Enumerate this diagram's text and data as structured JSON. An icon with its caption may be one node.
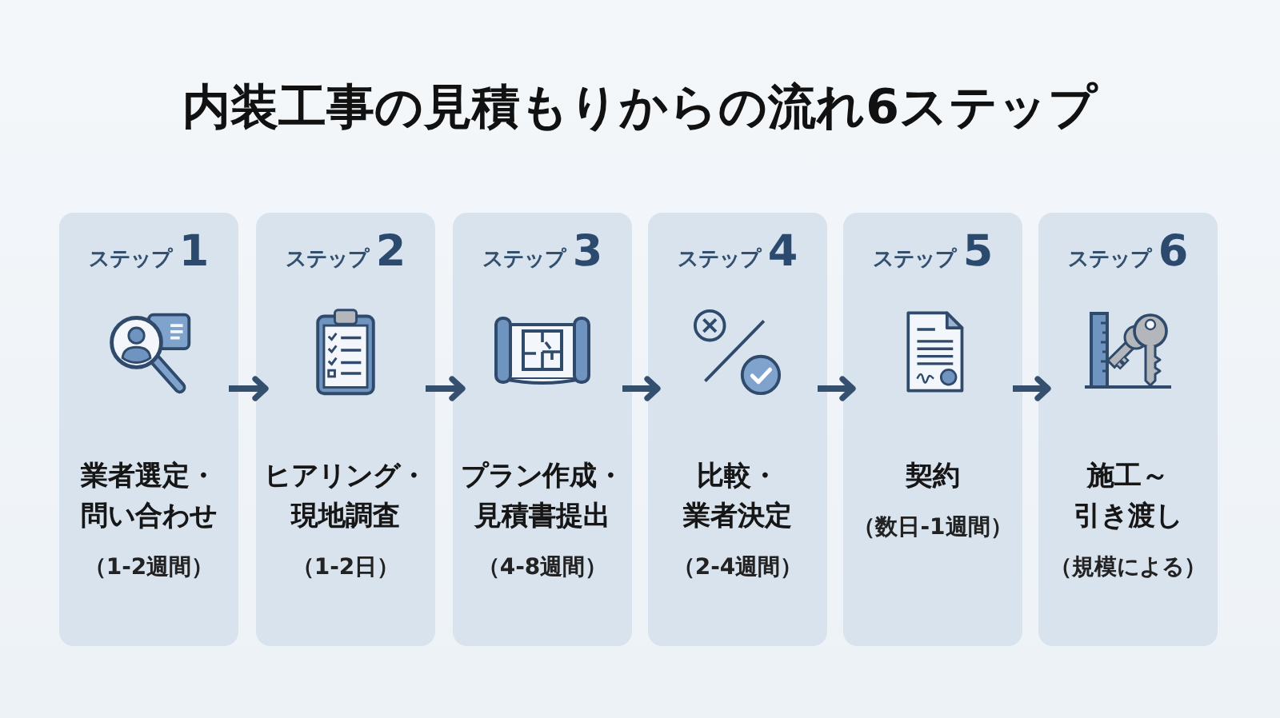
{
  "diagram": {
    "title": "内装工事の見積もりからの流れ6ステップ",
    "nodes": [
      {
        "text": [
          "ステップ **1**",
          "業者選定・問い合わせ",
          "（1-2週間）"
        ]
      },
      {
        "text": [
          "ステップ **2**",
          "ヒアリング・現地調査",
          "（1-2日）"
        ]
      },
      {
        "text": [
          "ステップ **3**",
          "プラン作成・見積書提出",
          "（4-8週間）"
        ]
      },
      {
        "text": [
          "ステップ **4**",
          "比較・業者決定",
          "（2-4週間）"
        ]
      },
      {
        "text": [
          "ステップ **5**",
          "契約",
          "（数日-1週間）"
        ]
      },
      {
        "text": [
          "ステップ **6**",
          "施工～引き渡し",
          "（規模による）"
        ]
      }
    ],
    "edges": [
      {
        "from": 0,
        "to": 1,
        "arrow": "to"
      },
      {
        "from": 1,
        "to": 2,
        "arrow": "to"
      },
      {
        "from": 2,
        "to": 3,
        "arrow": "to"
      },
      {
        "from": 3,
        "to": 4,
        "arrow": "to"
      },
      {
        "from": 4,
        "to": 5,
        "arrow": "to"
      }
    ]
  }
}
